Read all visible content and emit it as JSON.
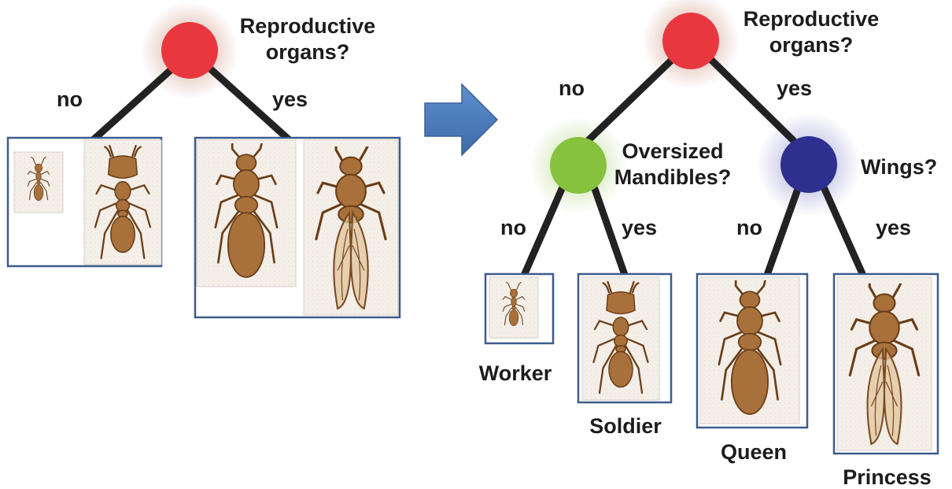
{
  "colors": {
    "root_node": "#e8373f",
    "mandibles_node": "#86c23d",
    "wings_node": "#2e2f8f",
    "edge": "#222222",
    "box_border": "#3d5c8c",
    "arrow": "#4f7fbf",
    "ant_body": "#a8713b",
    "ant_outline": "#6a3d18",
    "paper": "#f4efe8"
  },
  "icons": {
    "arrow": "right-arrow-icon",
    "ant": "ant-drawing-icon"
  },
  "left_tree": {
    "question_line1": "Reproductive",
    "question_line2": "organs?",
    "no_label": "no",
    "yes_label": "yes"
  },
  "right_tree": {
    "root_question_line1": "Reproductive",
    "root_question_line2": "organs?",
    "root_no": "no",
    "root_yes": "yes",
    "mandibles_question_line1": "Oversized",
    "mandibles_question_line2": "Mandibles?",
    "mandibles_no": "no",
    "mandibles_yes": "yes",
    "wings_question": "Wings?",
    "wings_no": "no",
    "wings_yes": "yes",
    "leaves": {
      "worker": "Worker",
      "soldier": "Soldier",
      "queen": "Queen",
      "princess": "Princess"
    }
  }
}
